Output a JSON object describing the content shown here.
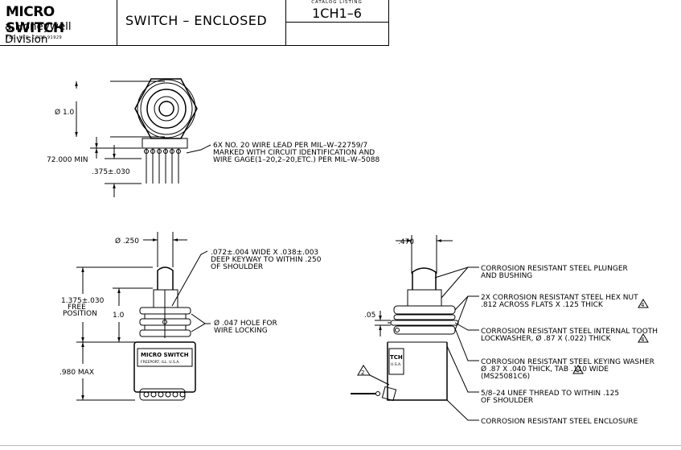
{
  "title_block": {
    "brand": "MICRO SWITCH",
    "division": "a Honeywell Division",
    "fed_code": "FED. MFG. CODE 91929",
    "title": "SWITCH – ENCLOSED",
    "catalog_label": "CATALOG LISTING",
    "catalog_number": "1CH1–6"
  },
  "top_view": {
    "dia": "Ø 1.0",
    "lead_len": "72.000 MIN",
    "pin_dim": ".375±.030",
    "note_lines": [
      "6X NO. 20 WIRE LEAD PER MIL–W–22759/7",
      "MARKED WITH CIRCUIT IDENTIFICATION AND",
      "WIRE GAGE(1–20,2–20,ETC.) PER MIL–W–5088"
    ]
  },
  "front_view": {
    "plunger_dia": "Ø .250",
    "keyway": [
      ".072±.004 WIDE X .038±.003",
      "DEEP KEYWAY TO WITHIN .250",
      "OF SHOULDER"
    ],
    "free_pos": [
      "1.375±.030",
      "FREE",
      "POSITION"
    ],
    "dim_1_0": "1.0",
    "hole": [
      "Ø .047 HOLE FOR",
      "WIRE LOCKING"
    ],
    "max": ".980 MAX",
    "label_brand": "MICRO SWITCH",
    "label_city": "FREEPORT, ILL. U.S.A."
  },
  "side_view": {
    "dim_470": ".470",
    "dim_05": ".05",
    "flag": "2",
    "body_text": [
      "TCH",
      "U.S.A."
    ],
    "callouts": [
      {
        "lines": [
          "CORROSION RESISTANT STEEL PLUNGER",
          "AND BUSHING"
        ],
        "flag": ""
      },
      {
        "lines": [
          "2X CORROSION RESISTANT STEEL HEX NUT",
          ".812 ACROSS FLATS X .125 THICK"
        ],
        "flag": "4"
      },
      {
        "lines": [
          "CORROSION RESISTANT STEEL INTERNAL TOOTH",
          "LOCKWASHER, Ø .87 X (.022) THICK"
        ],
        "flag": "4"
      },
      {
        "lines": [
          "CORROSION RESISTANT STEEL KEYING WASHER",
          "Ø .87 X .040 THICK, TAB .110 WIDE",
          "(MS25081C6)"
        ],
        "flag": "4"
      },
      {
        "lines": [
          "5/8–24 UNEF THREAD TO WITHIN .125",
          "OF SHOULDER"
        ],
        "flag": ""
      },
      {
        "lines": [
          "CORROSION RESISTANT STEEL ENCLOSURE"
        ],
        "flag": ""
      }
    ]
  }
}
